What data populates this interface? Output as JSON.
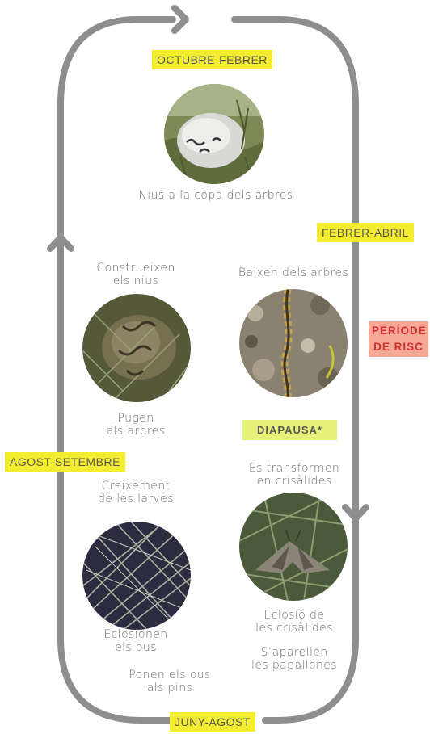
{
  "periods": {
    "oct_feb": "OCTUBRE-FEBRER",
    "feb_apr": "FEBRER-ABRIL",
    "aug_sep": "AGOST-SETEMBRE",
    "jun_aug": "JUNY-AGOST"
  },
  "risk": {
    "line1": "PERÍODE",
    "line2": "DE RISC"
  },
  "diapause": "DIAPAUSA*",
  "captions": {
    "nests_top": "Nius a la copa dels arbres",
    "build_nests": [
      "Construeixen",
      "els nius"
    ],
    "descend": "Baixen dels arbres",
    "climb": [
      "Pugen",
      "als arbres"
    ],
    "transform": [
      "Es transformen",
      "en crisàlides"
    ],
    "larvae_growth": [
      "Creixement",
      "de les larves"
    ],
    "hatch_eggs": [
      "Eclosionen",
      "els ous"
    ],
    "lay_eggs": [
      "Ponen els ous",
      "als pins"
    ],
    "chrysalis_hatch": [
      "Eclosió de",
      "les crisàlides"
    ],
    "mating": [
      "S’aparellen",
      "les papallones"
    ]
  },
  "colors": {
    "cycle_line": "#8e8e8e",
    "tag_yellow": "#f3ec2f",
    "tag_green": "#e7f07a",
    "risk_bg": "#f5a896",
    "risk_text": "#d22f2f"
  },
  "photos": [
    "nest-photo",
    "caterpillars-cluster-photo",
    "procession-photo",
    "pine-needles-photo",
    "moth-photo"
  ]
}
